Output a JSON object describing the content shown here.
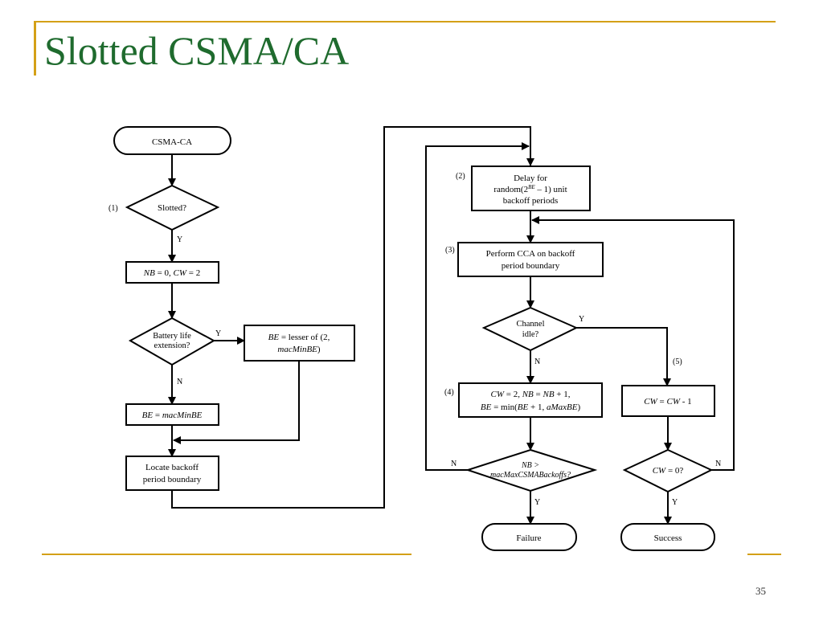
{
  "slide": {
    "title": "Slotted CSMA/CA",
    "page_number": "35"
  },
  "flowchart": {
    "start": "CSMA-CA",
    "step1_label": "(1)",
    "slotted_question": "Slotted?",
    "slotted_yes": "Y",
    "init_box": {
      "nb": "NB",
      "eq0": " = 0, ",
      "cw": "CW",
      "eq2": " = 2"
    },
    "battery_question": [
      "Battery life",
      "extension?"
    ],
    "battery_yes": "Y",
    "battery_no": "N",
    "be_lesser": {
      "be": "BE",
      "rest": " = lesser of (2,",
      "line2": "macMinBE",
      "close": ")"
    },
    "be_min": {
      "be": "BE",
      "eq": " = ",
      "val": "macMinBE"
    },
    "locate_backoff": [
      "Locate backoff",
      "period boundary"
    ],
    "step2_label": "(2)",
    "delay_box": {
      "line1": "Delay for",
      "line2_pre": "random(2",
      "line2_sup": "BE",
      "line2_post": " – 1) unit",
      "line3": "backoff periods"
    },
    "step3_label": "(3)",
    "cca_box": [
      "Perform CCA on backoff",
      "period boundary"
    ],
    "channel_question": [
      "Channel",
      "idle?"
    ],
    "channel_yes": "Y",
    "channel_no": "N",
    "step4_label": "(4)",
    "update_box": {
      "l1": [
        {
          "t": "CW",
          "i": true
        },
        {
          "t": " = 2, ",
          "i": false
        },
        {
          "t": "NB",
          "i": true
        },
        {
          "t": " = ",
          "i": false
        },
        {
          "t": "NB",
          "i": true
        },
        {
          "t": " + 1,",
          "i": false
        }
      ],
      "l2": [
        {
          "t": "BE",
          "i": true
        },
        {
          "t": " = min(",
          "i": false
        },
        {
          "t": "BE",
          "i": true
        },
        {
          "t": " + 1, ",
          "i": false
        },
        {
          "t": "aMaxBE",
          "i": true
        },
        {
          "t": ")",
          "i": false
        }
      ]
    },
    "step5_label": "(5)",
    "cw_dec_box": {
      "cw1": "CW",
      "eq": " = ",
      "cw2": "CW",
      "rest": " - 1"
    },
    "nb_question": [
      "NB >",
      "macMaxCSMABackoffs?"
    ],
    "nb_no": "N",
    "nb_yes": "Y",
    "cw_question": {
      "cw": "CW",
      "rest": " = 0?"
    },
    "cw_no": "N",
    "cw_yes": "Y",
    "failure": "Failure",
    "success": "Success"
  }
}
